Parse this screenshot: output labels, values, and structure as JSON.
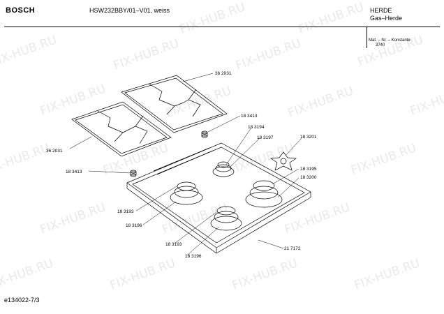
{
  "header": {
    "brand": "BOSCH",
    "model": "HSW232BBY/01–V01, weiss",
    "category": "HERDE",
    "subcategory": "Gas–Herde",
    "mat_label": "Mat. – Nr. – Konstante",
    "mat_value": "3740"
  },
  "watermark": "FIX-HUB.RU",
  "footer": {
    "doc_id": "e134022-7/3"
  },
  "parts": {
    "grate_right": "36 2031",
    "grate_left": "36 2031",
    "knob_top": "18 3413",
    "knob_left": "18 3413",
    "burner_cap_small": "18 3194",
    "burner_small": "18 3197",
    "star_part": "18 3201",
    "cap_right": "18 3195",
    "burner_right": "18 3200",
    "cap_left": "18 3193",
    "burner_left": "18 3196",
    "cap_bottom": "18 3193",
    "burner_bottom": "18 3196",
    "hob_frame": "21 7172"
  }
}
